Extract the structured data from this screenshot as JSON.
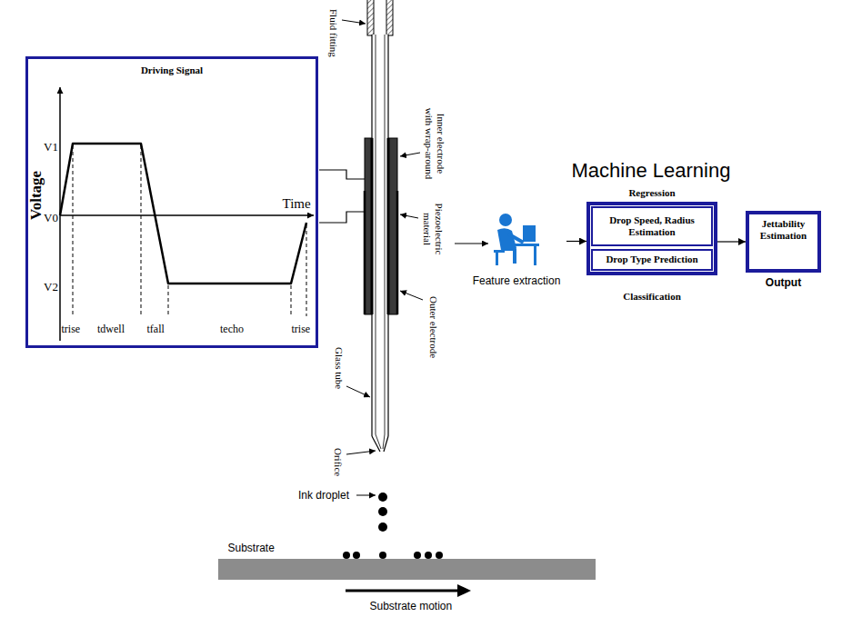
{
  "diagram": {
    "nodes": [
      {
        "text": [
          "Driving Signal"
        ]
      },
      {
        "text": [
          "Feature extraction"
        ]
      },
      {
        "text": [
          "Regression",
          "Classification"
        ]
      },
      {
        "text": [
          "Drop Speed, Radius Estimation"
        ],
        "in": 2
      },
      {
        "text": [
          "Drop Type Prediction"
        ],
        "in": 2
      },
      {
        "text": [
          "Jettability Estimation",
          "Output"
        ]
      }
    ],
    "edges": [
      {
        "from": 1,
        "to": 2,
        "arrow": "to"
      },
      {
        "from": 2,
        "to": 5,
        "arrow": "to"
      }
    ],
    "labels": [
      "Voltage",
      "V1",
      "V0",
      "Time",
      "V2",
      "trise",
      "tdwell",
      "tfall",
      "techo",
      "trise",
      "Fluid fitting",
      "Inner electrode with wrap-around",
      "Piezoelectric material",
      "Outer electrode",
      "Glass tube",
      "Orifice",
      "Ink droplet",
      "Substrate",
      "Substrate motion",
      "Machine Learning"
    ]
  }
}
